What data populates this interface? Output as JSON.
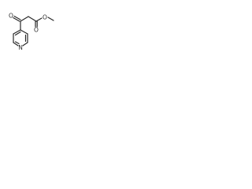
{
  "structure": {
    "atoms": {
      "ketone_oxygen": "O",
      "ester_carbonyl_oxygen": "O",
      "ester_ether_oxygen": "O",
      "ring_nitrogen": "N"
    },
    "colors": {
      "bond": "#2a2a2a",
      "background": "#ffffff"
    }
  }
}
